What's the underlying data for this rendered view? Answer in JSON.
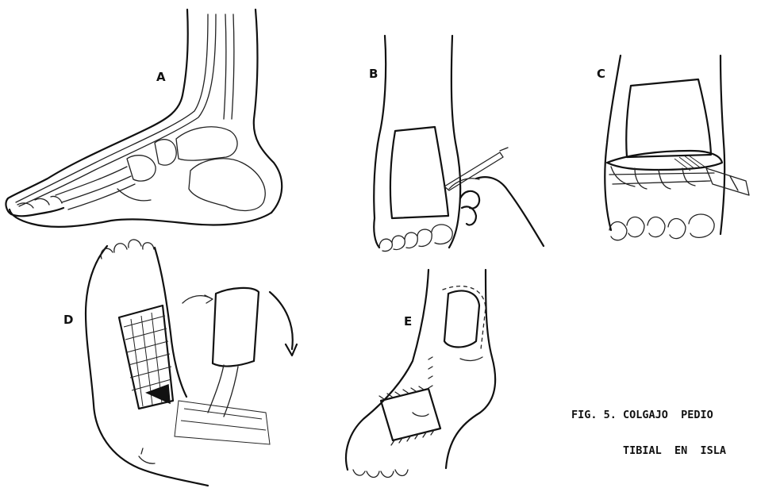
{
  "panels": {
    "a": "A",
    "b": "B",
    "c": "C",
    "d": "D",
    "e": "E"
  },
  "caption": {
    "line1": "FIG. 5. COLGAJO  PEDIO",
    "line2": "        TIBIAL  EN  ISLA"
  }
}
